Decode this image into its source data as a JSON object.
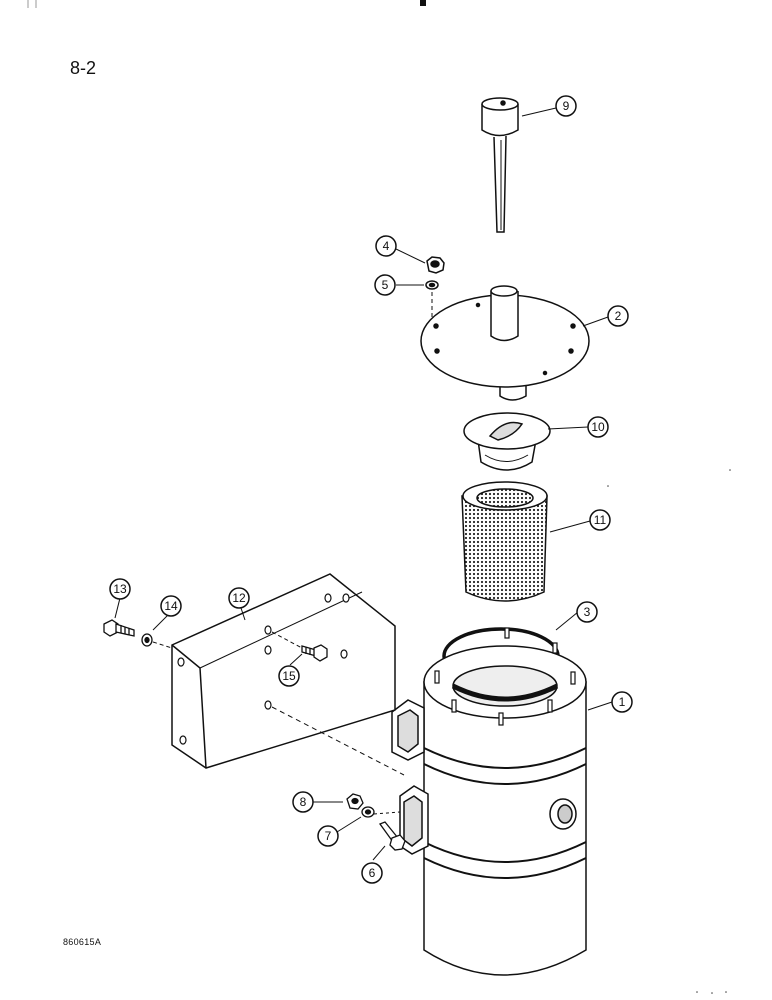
{
  "page": {
    "number": "8-2",
    "figure_code": "860615A"
  },
  "callouts": {
    "c1": "1",
    "c2": "2",
    "c3": "3",
    "c4": "4",
    "c5": "5",
    "c6": "6",
    "c7": "7",
    "c8": "8",
    "c9": "9",
    "c10": "10",
    "c11": "11",
    "c12": "12",
    "c13": "13",
    "c14": "14",
    "c15": "15"
  }
}
